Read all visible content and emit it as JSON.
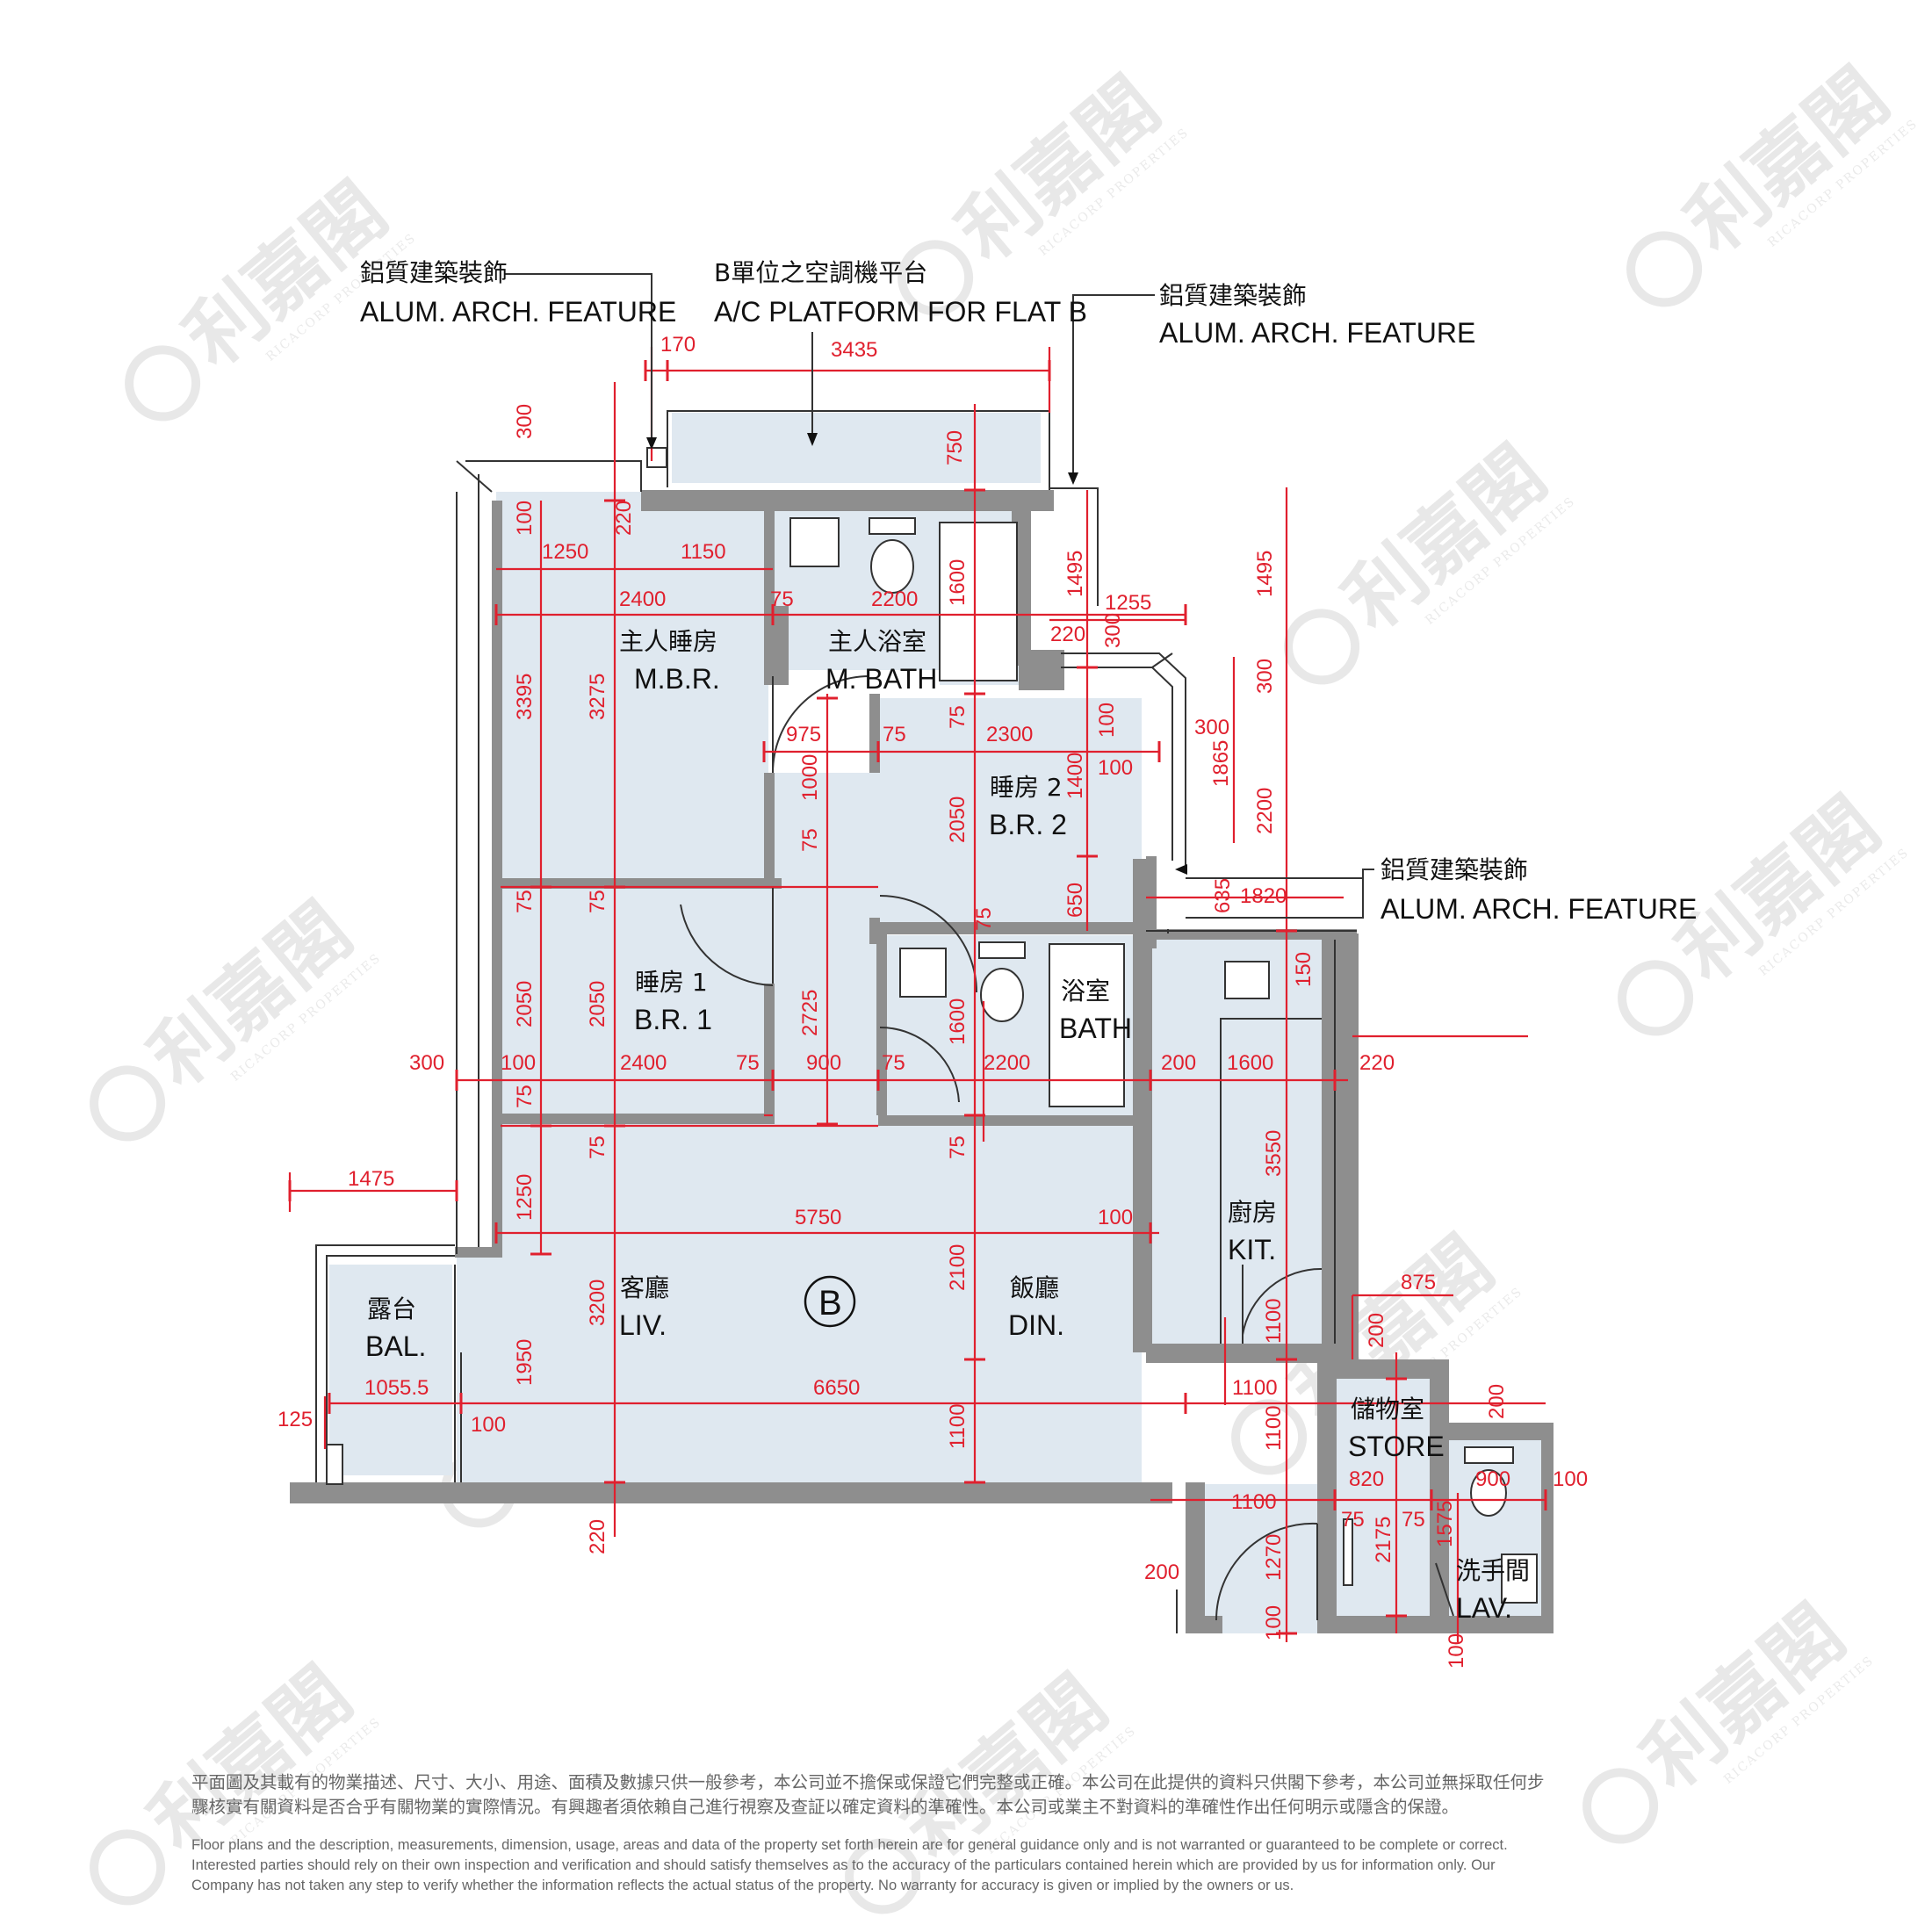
{
  "flat_label": "B",
  "rooms": {
    "mbr_cn": "主人睡房",
    "mbr_en": "M.B.R.",
    "mbath_cn": "主人浴室",
    "mbath_en": "M. BATH",
    "br2_cn": "睡房 2",
    "br2_en": "B.R. 2",
    "br1_cn": "睡房 1",
    "br1_en": "B.R. 1",
    "bath_cn": "浴室",
    "bath_en": "BATH",
    "kit_cn": "廚房",
    "kit_en": "KIT.",
    "liv_cn": "客廳",
    "liv_en": "LIV.",
    "din_cn": "飯廳",
    "din_en": "DIN.",
    "bal_cn": "露台",
    "bal_en": "BAL.",
    "store_cn": "儲物室",
    "store_en": "STORE",
    "lav_cn": "洗手間",
    "lav_en": "LAV."
  },
  "notes": {
    "alum_cn": "鋁質建築裝飾",
    "alum_en": "ALUM. ARCH. FEATURE",
    "ac_cn": "B單位之空調機平台",
    "ac_en": "A/C PLATFORM FOR FLAT B"
  },
  "dims": {
    "d170": "170",
    "d3435": "3435",
    "d750": "750",
    "d300": "300",
    "d100": "100",
    "d1250": "1250",
    "d1150": "1150",
    "d220": "220",
    "d2400": "2400",
    "d75": "75",
    "d2200": "2200",
    "d1600": "1600",
    "d1495": "1495",
    "d1255": "1255",
    "d3395": "3395",
    "d3275": "3275",
    "d975": "975",
    "d2300": "2300",
    "d1000": "1000",
    "d1400": "1400",
    "d1865": "1865",
    "d2050": "2050",
    "d650": "650",
    "d635": "635",
    "d1820": "1820",
    "d2725": "2725",
    "d150": "150",
    "d900": "900",
    "d200": "200",
    "d3550": "3550",
    "d1475": "1475",
    "d5750": "5750",
    "d2100": "2100",
    "d3200": "3200",
    "d875": "875",
    "d1950": "1950",
    "d1055": "1055.5",
    "d6650": "6650",
    "d1100": "1100",
    "d125": "125",
    "d820": "820",
    "d2175": "2175",
    "d1575": "1575",
    "d1270": "1270"
  },
  "watermark": {
    "cn": "利嘉閣",
    "en": "RICACORP PROPERTIES"
  },
  "disclaimer": {
    "cn_1": "平面圖及其載有的物業描述、尺寸、大小、用途、面積及數據只供一般參考，本公司並不擔保或保證它們完整或正確。本公司在此提供的資料只供閣下參考，本公司並無採取任何步",
    "cn_2": "驟核實有關資料是否合乎有關物業的實際情況。有興趣者須依賴自己進行視察及查証以確定資料的準確性。本公司或業主不對資料的準確性作出任何明示或隱含的保證。",
    "en_1": "Floor plans and the description, measurements, dimension, usage, areas and data of the property set forth herein are for general guidance only and is not warranted or guaranteed to be complete or correct.",
    "en_2": "Interested parties should rely on their own inspection and verification and should satisfy themselves as to the accuracy of the particulars contained herein which are provided by us for information only.  Our",
    "en_3": "Company has not taken any step to verify whether the information reflects the actual status of the property.  No warranty for accuracy is given or implied by the owners or us."
  },
  "colors": {
    "dimension": "#e0202e",
    "wall": "#8e8e8e",
    "floor": "#dfe8f0"
  }
}
